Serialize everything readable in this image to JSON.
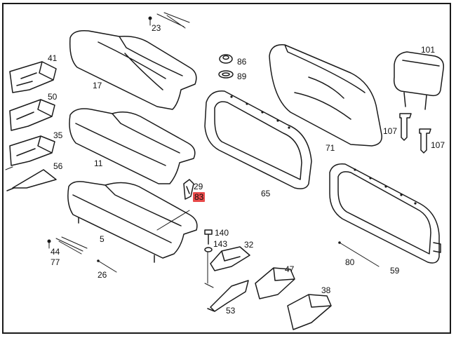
{
  "colors": {
    "line": "#1a1a1a",
    "highlight": "#e84a4a",
    "background": "#ffffff"
  },
  "highlighted_part": "83",
  "parts": [
    {
      "id": "p23",
      "label": "23"
    },
    {
      "id": "p41",
      "label": "41"
    },
    {
      "id": "p50",
      "label": "50"
    },
    {
      "id": "p35",
      "label": "35"
    },
    {
      "id": "p56",
      "label": "56"
    },
    {
      "id": "p17",
      "label": "17"
    },
    {
      "id": "p11",
      "label": "11"
    },
    {
      "id": "p5",
      "label": "5"
    },
    {
      "id": "p29",
      "label": "29"
    },
    {
      "id": "p83",
      "label": "83"
    },
    {
      "id": "p86",
      "label": "86"
    },
    {
      "id": "p89",
      "label": "89"
    },
    {
      "id": "p65",
      "label": "65"
    },
    {
      "id": "p71",
      "label": "71"
    },
    {
      "id": "p101",
      "label": "101"
    },
    {
      "id": "p107a",
      "label": "107"
    },
    {
      "id": "p107b",
      "label": "107"
    },
    {
      "id": "p140",
      "label": "140"
    },
    {
      "id": "p143",
      "label": "143"
    },
    {
      "id": "p32",
      "label": "32"
    },
    {
      "id": "p44",
      "label": "44"
    },
    {
      "id": "p77",
      "label": "77"
    },
    {
      "id": "p26",
      "label": "26"
    },
    {
      "id": "p53",
      "label": "53"
    },
    {
      "id": "p47",
      "label": "47"
    },
    {
      "id": "p38",
      "label": "38"
    },
    {
      "id": "p80",
      "label": "80"
    },
    {
      "id": "p59",
      "label": "59"
    }
  ]
}
